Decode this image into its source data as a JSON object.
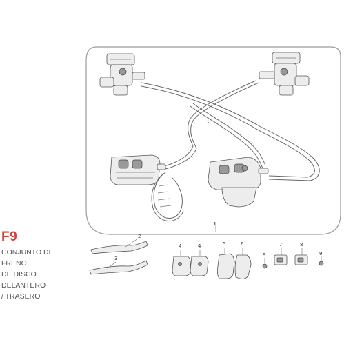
{
  "title": {
    "code": "F9",
    "lines": [
      "CONJUNTO DE FRENO",
      "DE DISCO DELANTERO",
      "/ TRASERO"
    ]
  },
  "callouts": [
    "1",
    "2",
    "3",
    "4",
    "4",
    "5",
    "6",
    "9",
    "7",
    "8",
    "9"
  ],
  "colors": {
    "code": "#d0443c",
    "caption": "#555555",
    "frame": "#9a9a9a",
    "line_art": "#555555"
  }
}
